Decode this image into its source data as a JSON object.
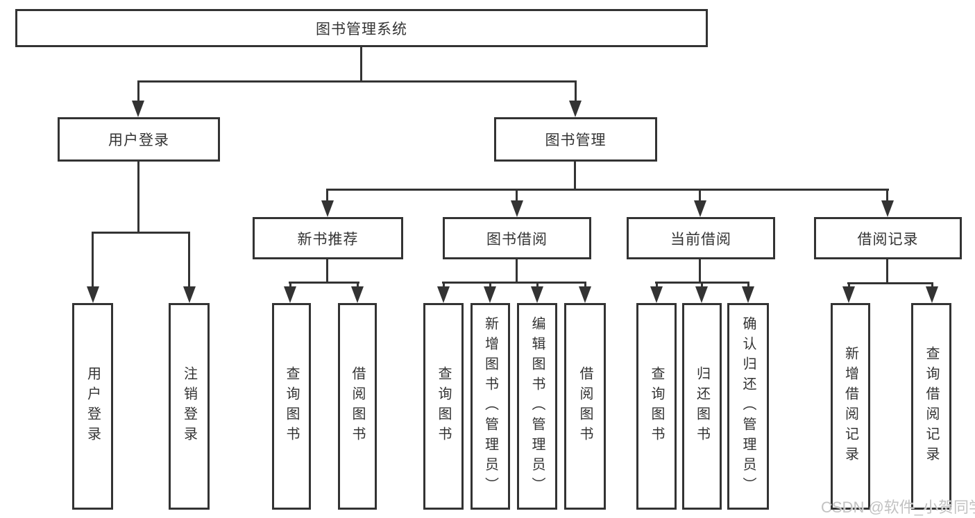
{
  "title": "图书管理系统",
  "watermark": "CSDN @软件_小贺同学",
  "colors": {
    "line": "#333333",
    "text": "#333333",
    "background": "#ffffff",
    "watermark": "#c2c2c2"
  },
  "nodes": {
    "root": {
      "label": "图书管理系统"
    },
    "level2": [
      {
        "label": "用户登录"
      },
      {
        "label": "图书管理"
      }
    ],
    "level3": [
      {
        "label": "新书推荐",
        "parent": "图书管理"
      },
      {
        "label": "图书借阅",
        "parent": "图书管理"
      },
      {
        "label": "当前借阅",
        "parent": "图书管理"
      },
      {
        "label": "借阅记录",
        "parent": "图书管理"
      }
    ],
    "leaves": [
      {
        "label": "用户登录",
        "parent": "用户登录"
      },
      {
        "label": "注销登录",
        "parent": "用户登录"
      },
      {
        "label": "查询图书",
        "parent": "新书推荐"
      },
      {
        "label": "借阅图书",
        "parent": "新书推荐"
      },
      {
        "label": "查询图书",
        "parent": "图书借阅"
      },
      {
        "label": "新增图书（管理员）",
        "parent": "图书借阅"
      },
      {
        "label": "编辑图书（管理员）",
        "parent": "图书借阅"
      },
      {
        "label": "借阅图书",
        "parent": "图书借阅"
      },
      {
        "label": "查询图书",
        "parent": "当前借阅"
      },
      {
        "label": "归还图书",
        "parent": "当前借阅"
      },
      {
        "label": "确认归还（管理员）",
        "parent": "当前借阅"
      },
      {
        "label": "新增借阅记录",
        "parent": "借阅记录"
      },
      {
        "label": "查询借阅记录",
        "parent": "借阅记录"
      }
    ]
  }
}
